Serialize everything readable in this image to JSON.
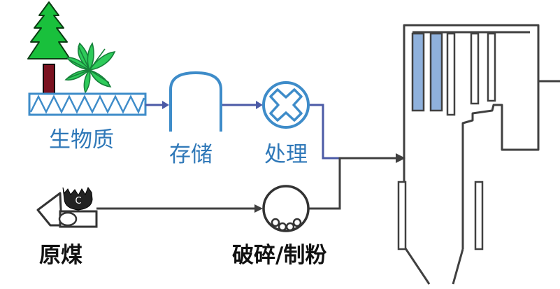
{
  "labels": {
    "biomass": "生物质",
    "storage": "存储",
    "processing": "处理",
    "raw_coal": "原煤",
    "crushing_grinding": "破碎/制粉",
    "coal_symbol": "C"
  },
  "colors": {
    "blue_line": "#4b5aa6",
    "blue_text": "#2f78b8",
    "dark_line": "#404040",
    "tube_fill": "#8fb1dc",
    "tree_green": "#19c03c",
    "palm_green": "#2ecb5a",
    "trunk": "#7a1220",
    "conveyor": "#3e8cc9"
  },
  "icons": {
    "tree": "pine-tree-icon",
    "palm": "palm-leaf-icon",
    "conveyor": "screw-conveyor-icon",
    "storage": "silo-icon",
    "processing": "cross-circle-icon",
    "coal": "coal-hopper-icon",
    "mill": "ball-mill-icon",
    "boiler": "boiler-icon"
  }
}
